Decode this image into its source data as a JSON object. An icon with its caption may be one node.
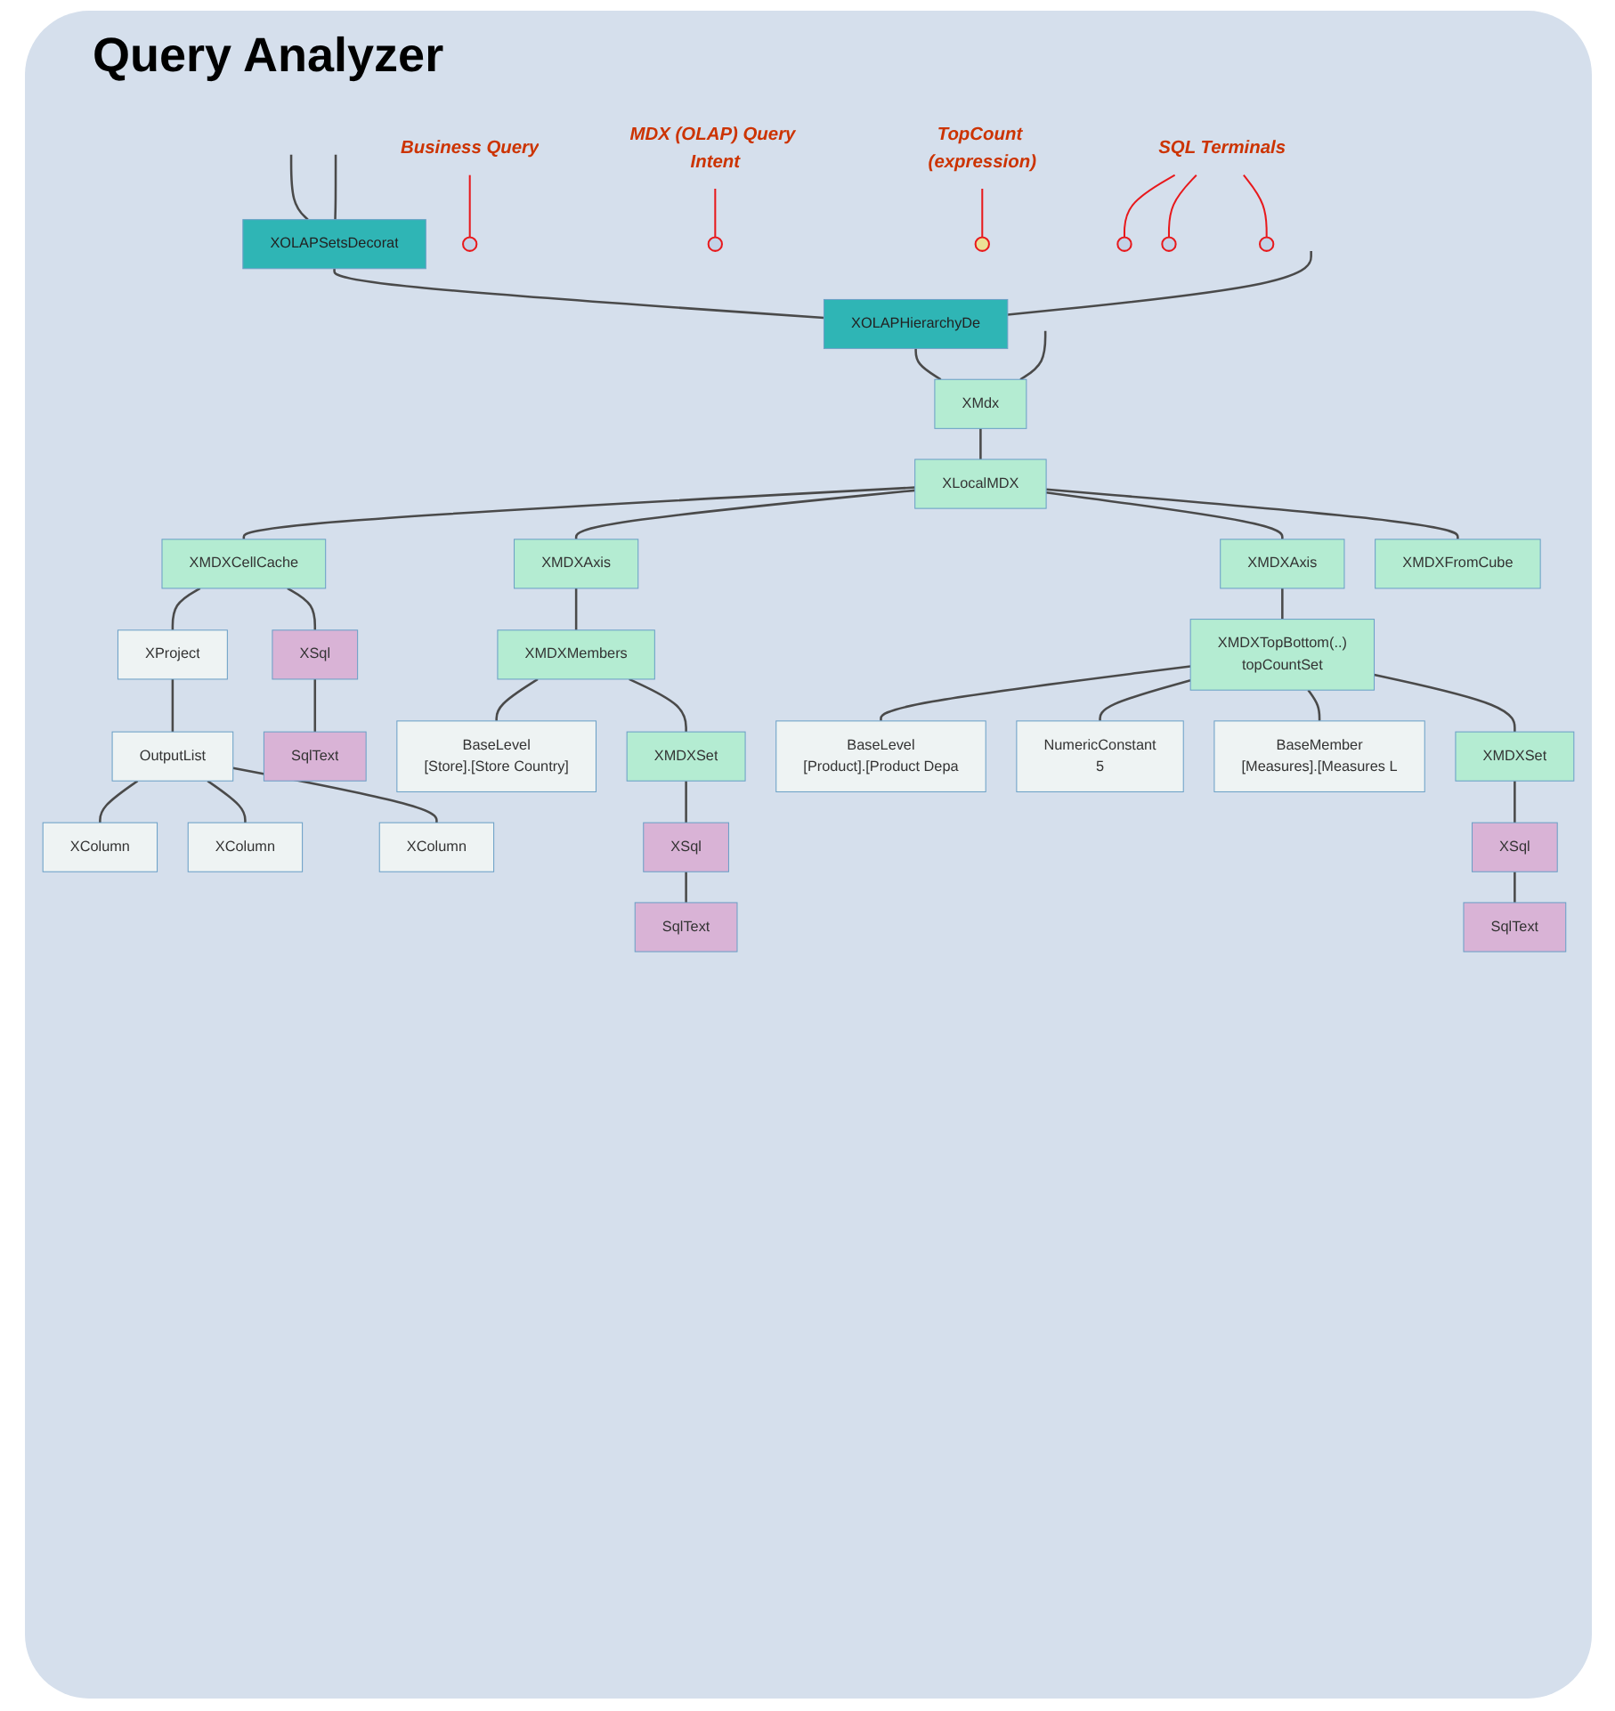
{
  "diagram": {
    "title": "Query Analyzer",
    "nodes": [
      {
        "text": [
          "XOLAPSetsDecorat"
        ]
      },
      {
        "text": [
          "XOLAPHierarchyDe"
        ]
      },
      {
        "text": [
          "XMdx"
        ]
      },
      {
        "text": [
          "XLocalMDX"
        ]
      },
      {
        "text": [
          "XMDXCellCache"
        ]
      },
      {
        "text": [
          "XMDXAxis"
        ]
      },
      {
        "text": [
          "XMDXAxis"
        ]
      },
      {
        "text": [
          "XMDXFromCube"
        ]
      },
      {
        "text": [
          "XProject"
        ]
      },
      {
        "text": [
          "XSql"
        ]
      },
      {
        "text": [
          "XMDXMembers"
        ]
      },
      {
        "text": [
          "XMDXTopBottom(..)",
          "topCountSet"
        ]
      },
      {
        "text": [
          "OutputList"
        ]
      },
      {
        "text": [
          "SqlText"
        ]
      },
      {
        "text": [
          "BaseLevel",
          "[Store].[Store Country]"
        ]
      },
      {
        "text": [
          "XMDXSet"
        ]
      },
      {
        "text": [
          "BaseLevel",
          "[Product].[Product Depa"
        ]
      },
      {
        "text": [
          "NumericConstant",
          "5"
        ]
      },
      {
        "text": [
          "BaseMember",
          "[Measures].[Measures L"
        ]
      },
      {
        "text": [
          "XMDXSet"
        ]
      },
      {
        "text": [
          "XColumn"
        ]
      },
      {
        "text": [
          "XColumn"
        ]
      },
      {
        "text": [
          "XColumn"
        ]
      },
      {
        "text": [
          "XSql"
        ]
      },
      {
        "text": [
          "SqlText"
        ]
      },
      {
        "text": [
          "XSql"
        ]
      },
      {
        "text": [
          "SqlText"
        ]
      },
      {
        "text": [
          "Business Query"
        ]
      },
      {
        "text": [
          "MDX (OLAP) Query Intent"
        ]
      },
      {
        "text": [
          "TopCount (expression)"
        ]
      },
      {
        "text": [
          "SQL Terminals"
        ]
      },
      {
        "text": [],
        "shape": "circle"
      },
      {
        "text": [],
        "shape": "circle"
      },
      {
        "text": [],
        "shape": "circle"
      },
      {
        "text": [],
        "shape": "circle"
      },
      {
        "text": [],
        "shape": "circle"
      },
      {
        "text": [],
        "shape": "circle"
      }
    ],
    "edges": [
      {
        "from": null,
        "to": 0,
        "arrow": "none"
      },
      {
        "from": null,
        "to": 0,
        "arrow": "none"
      },
      {
        "from": 0,
        "to": 1,
        "arrow": "none"
      },
      {
        "from": null,
        "to": 1,
        "arrow": "none"
      },
      {
        "from": 1,
        "to": 2,
        "arrow": "none"
      },
      {
        "from": null,
        "to": 2,
        "arrow": "none"
      },
      {
        "from": 2,
        "to": 3,
        "arrow": "none"
      },
      {
        "from": 3,
        "to": 4,
        "arrow": "none"
      },
      {
        "from": 3,
        "to": 5,
        "arrow": "none"
      },
      {
        "from": 3,
        "to": 6,
        "arrow": "none"
      },
      {
        "from": 3,
        "to": 7,
        "arrow": "none"
      },
      {
        "from": 4,
        "to": 8,
        "arrow": "none"
      },
      {
        "from": 4,
        "to": 9,
        "arrow": "none"
      },
      {
        "from": 5,
        "to": 10,
        "arrow": "none"
      },
      {
        "from": 6,
        "to": 11,
        "arrow": "none"
      },
      {
        "from": 8,
        "to": 12,
        "arrow": "none"
      },
      {
        "from": 9,
        "to": 13,
        "arrow": "none"
      },
      {
        "from": 10,
        "to": 14,
        "arrow": "none"
      },
      {
        "from": 10,
        "to": 15,
        "arrow": "none"
      },
      {
        "from": 11,
        "to": 16,
        "arrow": "none"
      },
      {
        "from": 11,
        "to": 17,
        "arrow": "none"
      },
      {
        "from": 11,
        "to": 18,
        "arrow": "none"
      },
      {
        "from": 11,
        "to": 19,
        "arrow": "none"
      },
      {
        "from": 12,
        "to": 20,
        "arrow": "none"
      },
      {
        "from": 12,
        "to": 21,
        "arrow": "none"
      },
      {
        "from": 12,
        "to": 22,
        "arrow": "none"
      },
      {
        "from": 15,
        "to": 23,
        "arrow": "none"
      },
      {
        "from": 23,
        "to": 24,
        "arrow": "none"
      },
      {
        "from": 19,
        "to": 25,
        "arrow": "none"
      },
      {
        "from": 25,
        "to": 26,
        "arrow": "none"
      },
      {
        "from": 27,
        "to": 31,
        "arrow": "none",
        "color": "#e8191c"
      },
      {
        "from": 28,
        "to": 32,
        "arrow": "none",
        "color": "#e8191c"
      },
      {
        "from": 29,
        "to": 33,
        "arrow": "none",
        "color": "#e8191c"
      },
      {
        "from": 30,
        "to": 34,
        "arrow": "none",
        "color": "#e8191c"
      },
      {
        "from": 30,
        "to": 35,
        "arrow": "none",
        "color": "#e8191c"
      },
      {
        "from": 30,
        "to": 36,
        "arrow": "none",
        "color": "#e8191c"
      }
    ]
  }
}
